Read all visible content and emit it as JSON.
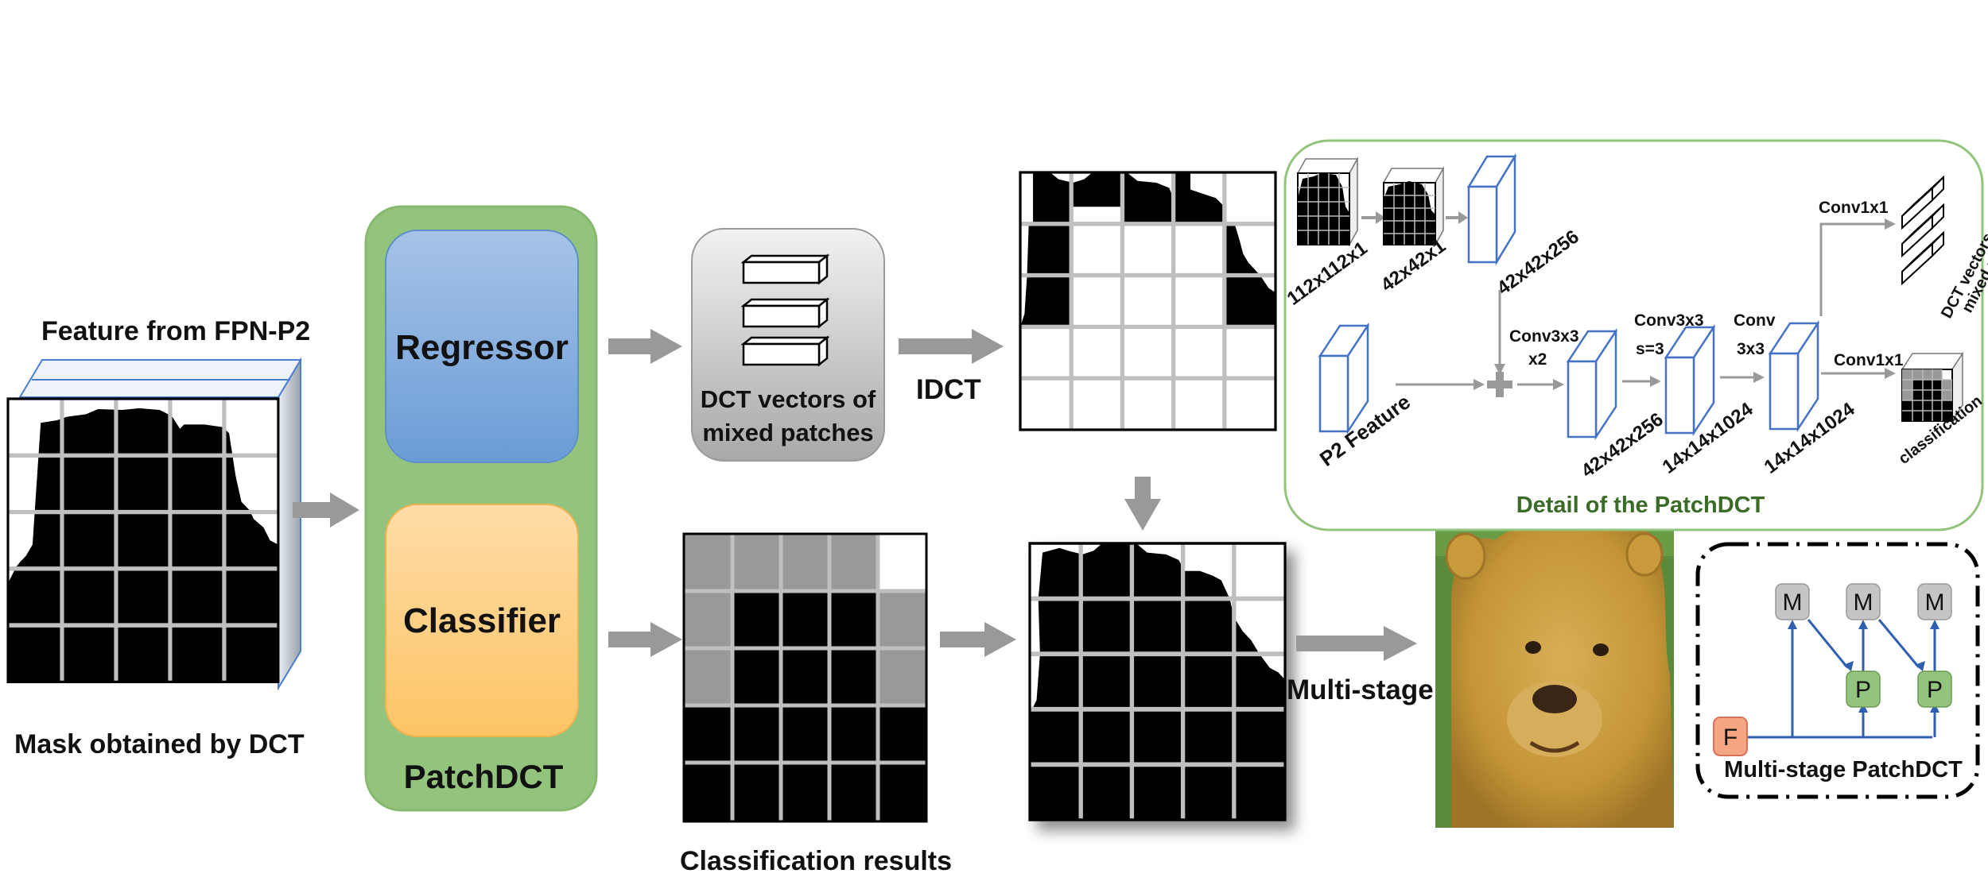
{
  "labels": {
    "feature_fpn": "Feature from FPN-P2",
    "mask_dct": "Mask obtained by DCT",
    "regressor": "Regressor",
    "classifier": "Classifier",
    "patchdct": "PatchDCT",
    "dct_vectors_line1": "DCT vectors of",
    "dct_vectors_line2": "mixed patches",
    "idct": "IDCT",
    "classification_results": "Classification results",
    "multi_stage": "Multi-stage"
  },
  "detail": {
    "title": "Detail of the PatchDCT",
    "dim_112": "112x112x1",
    "dim_42_1": "42x42x1",
    "dim_42_256_top": "42x42x256",
    "p2_feature": "P2 Feature",
    "conv3x3": "Conv3x3",
    "x2": "x2",
    "conv3x3_s": "Conv3x3",
    "s3": "s=3",
    "conv": "Conv",
    "k3x3": "3x3",
    "conv1x1_top": "Conv1x1",
    "conv1x1_bottom": "Conv1x1",
    "dim_42_256_bottom": "42x42x256",
    "dim_14_a": "14x14x1024",
    "dim_14_b": "14x14x1024",
    "dct_vec_rot_1": "DCT vectors of",
    "dct_vec_rot_2": "mixed patches",
    "classification": "classification"
  },
  "multistage_box": {
    "title": "Multi-stage PatchDCT",
    "m": "M",
    "p": "P",
    "f": "F"
  },
  "colors": {
    "green_panel": "#93c47d",
    "regressor_top": "#a4c2e6",
    "regressor_bottom": "#6f9fd8",
    "classifier_top": "#ffd9a0",
    "classifier_bottom": "#fcc66a",
    "detail_border": "#93c47d",
    "arrow": "#999999",
    "blue_cube": "#4472c4",
    "m_box": "#bfbfbf",
    "p_box": "#93c47d",
    "f_box": "#f4a582",
    "bear": "#c69a3a"
  }
}
